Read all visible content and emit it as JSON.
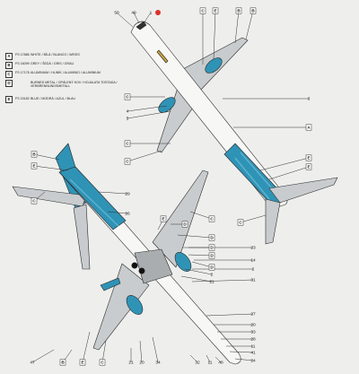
{
  "legend": [
    {
      "key": "A",
      "code": "FS 17886",
      "text": "WHITE / BÍLÁ / BLANCO / WEISS"
    },
    {
      "key": "B",
      "code": "FS 16099",
      "text": "GREY / ŠEDÁ / GRIS / GRAU"
    },
    {
      "key": "C",
      "code": "FS 17178",
      "text": "ALUMINIUM / HLINÍK / ALUMINIO / ALUMINIUM"
    },
    {
      "key": "D",
      "code": "",
      "text": "BURNED METAL / OPÁLENÝ KOV / HOJALATA TOSTADA / VERBRENNUNGSMETALL"
    },
    {
      "key": "E",
      "code": "FS 15182",
      "text": "BLUE / MODRÁ / AZUL / BLAU"
    }
  ],
  "top_view": {
    "callouts": [
      {
        "id": "t50",
        "text": "50"
      },
      {
        "id": "t49",
        "text": "49"
      },
      {
        "id": "t1",
        "text": "1"
      },
      {
        "id": "tC1",
        "text": "C"
      },
      {
        "id": "tE1",
        "text": "E"
      },
      {
        "id": "tB1",
        "text": "B"
      },
      {
        "id": "tB2",
        "text": "B"
      },
      {
        "id": "t3",
        "text": "3"
      },
      {
        "id": "tC2",
        "text": "C"
      },
      {
        "id": "t4",
        "text": "4"
      },
      {
        "id": "t5",
        "text": "5"
      },
      {
        "id": "tA",
        "text": "A"
      },
      {
        "id": "tE2",
        "text": "E"
      },
      {
        "id": "tC3",
        "text": "C"
      },
      {
        "id": "tC4",
        "text": "C"
      },
      {
        "id": "tE3",
        "text": "E"
      },
      {
        "id": "tC5",
        "text": "C"
      }
    ]
  },
  "bottom_view": {
    "callouts": [
      {
        "id": "bB1",
        "text": "B"
      },
      {
        "id": "bE1",
        "text": "E"
      },
      {
        "id": "bC1",
        "text": "C"
      },
      {
        "id": "b29",
        "text": "29"
      },
      {
        "id": "b26",
        "text": "26"
      },
      {
        "id": "bD1",
        "text": "D"
      },
      {
        "id": "bD2",
        "text": "D"
      },
      {
        "id": "bD3",
        "text": "D"
      },
      {
        "id": "bD4",
        "text": "D"
      },
      {
        "id": "bC2",
        "text": "C"
      },
      {
        "id": "b2",
        "text": "2"
      },
      {
        "id": "b21a",
        "text": "21"
      },
      {
        "id": "bE2",
        "text": "E"
      },
      {
        "id": "b23",
        "text": "23"
      },
      {
        "id": "b14",
        "text": "14"
      },
      {
        "id": "bD5",
        "text": "D"
      },
      {
        "id": "b2b",
        "text": "2"
      },
      {
        "id": "b31",
        "text": "31"
      },
      {
        "id": "b27",
        "text": "27"
      },
      {
        "id": "b20",
        "text": "20"
      },
      {
        "id": "b33",
        "text": "33"
      },
      {
        "id": "b28",
        "text": "28"
      },
      {
        "id": "b11",
        "text": "11"
      },
      {
        "id": "b41",
        "text": "41"
      },
      {
        "id": "b24",
        "text": "24"
      },
      {
        "id": "b47",
        "text": "47"
      },
      {
        "id": "bB2",
        "text": "B"
      },
      {
        "id": "bE3",
        "text": "E"
      },
      {
        "id": "bC6",
        "text": "C"
      },
      {
        "id": "b21b",
        "text": "21"
      },
      {
        "id": "b20b",
        "text": "20"
      },
      {
        "id": "b34",
        "text": "34"
      },
      {
        "id": "b32",
        "text": "32"
      },
      {
        "id": "b11b",
        "text": "11"
      },
      {
        "id": "b48",
        "text": "48"
      }
    ]
  },
  "colors": {
    "paper": "#eeeeec",
    "white": "#f7f7f5",
    "grey": "#a9adb0",
    "aluminium": "#c9ccce",
    "blue": "#2f93b6",
    "blue_light": "#5cb3cf",
    "burned": "#6b6e70",
    "line": "#2a2a2a",
    "flag_red": "#d9322a"
  }
}
